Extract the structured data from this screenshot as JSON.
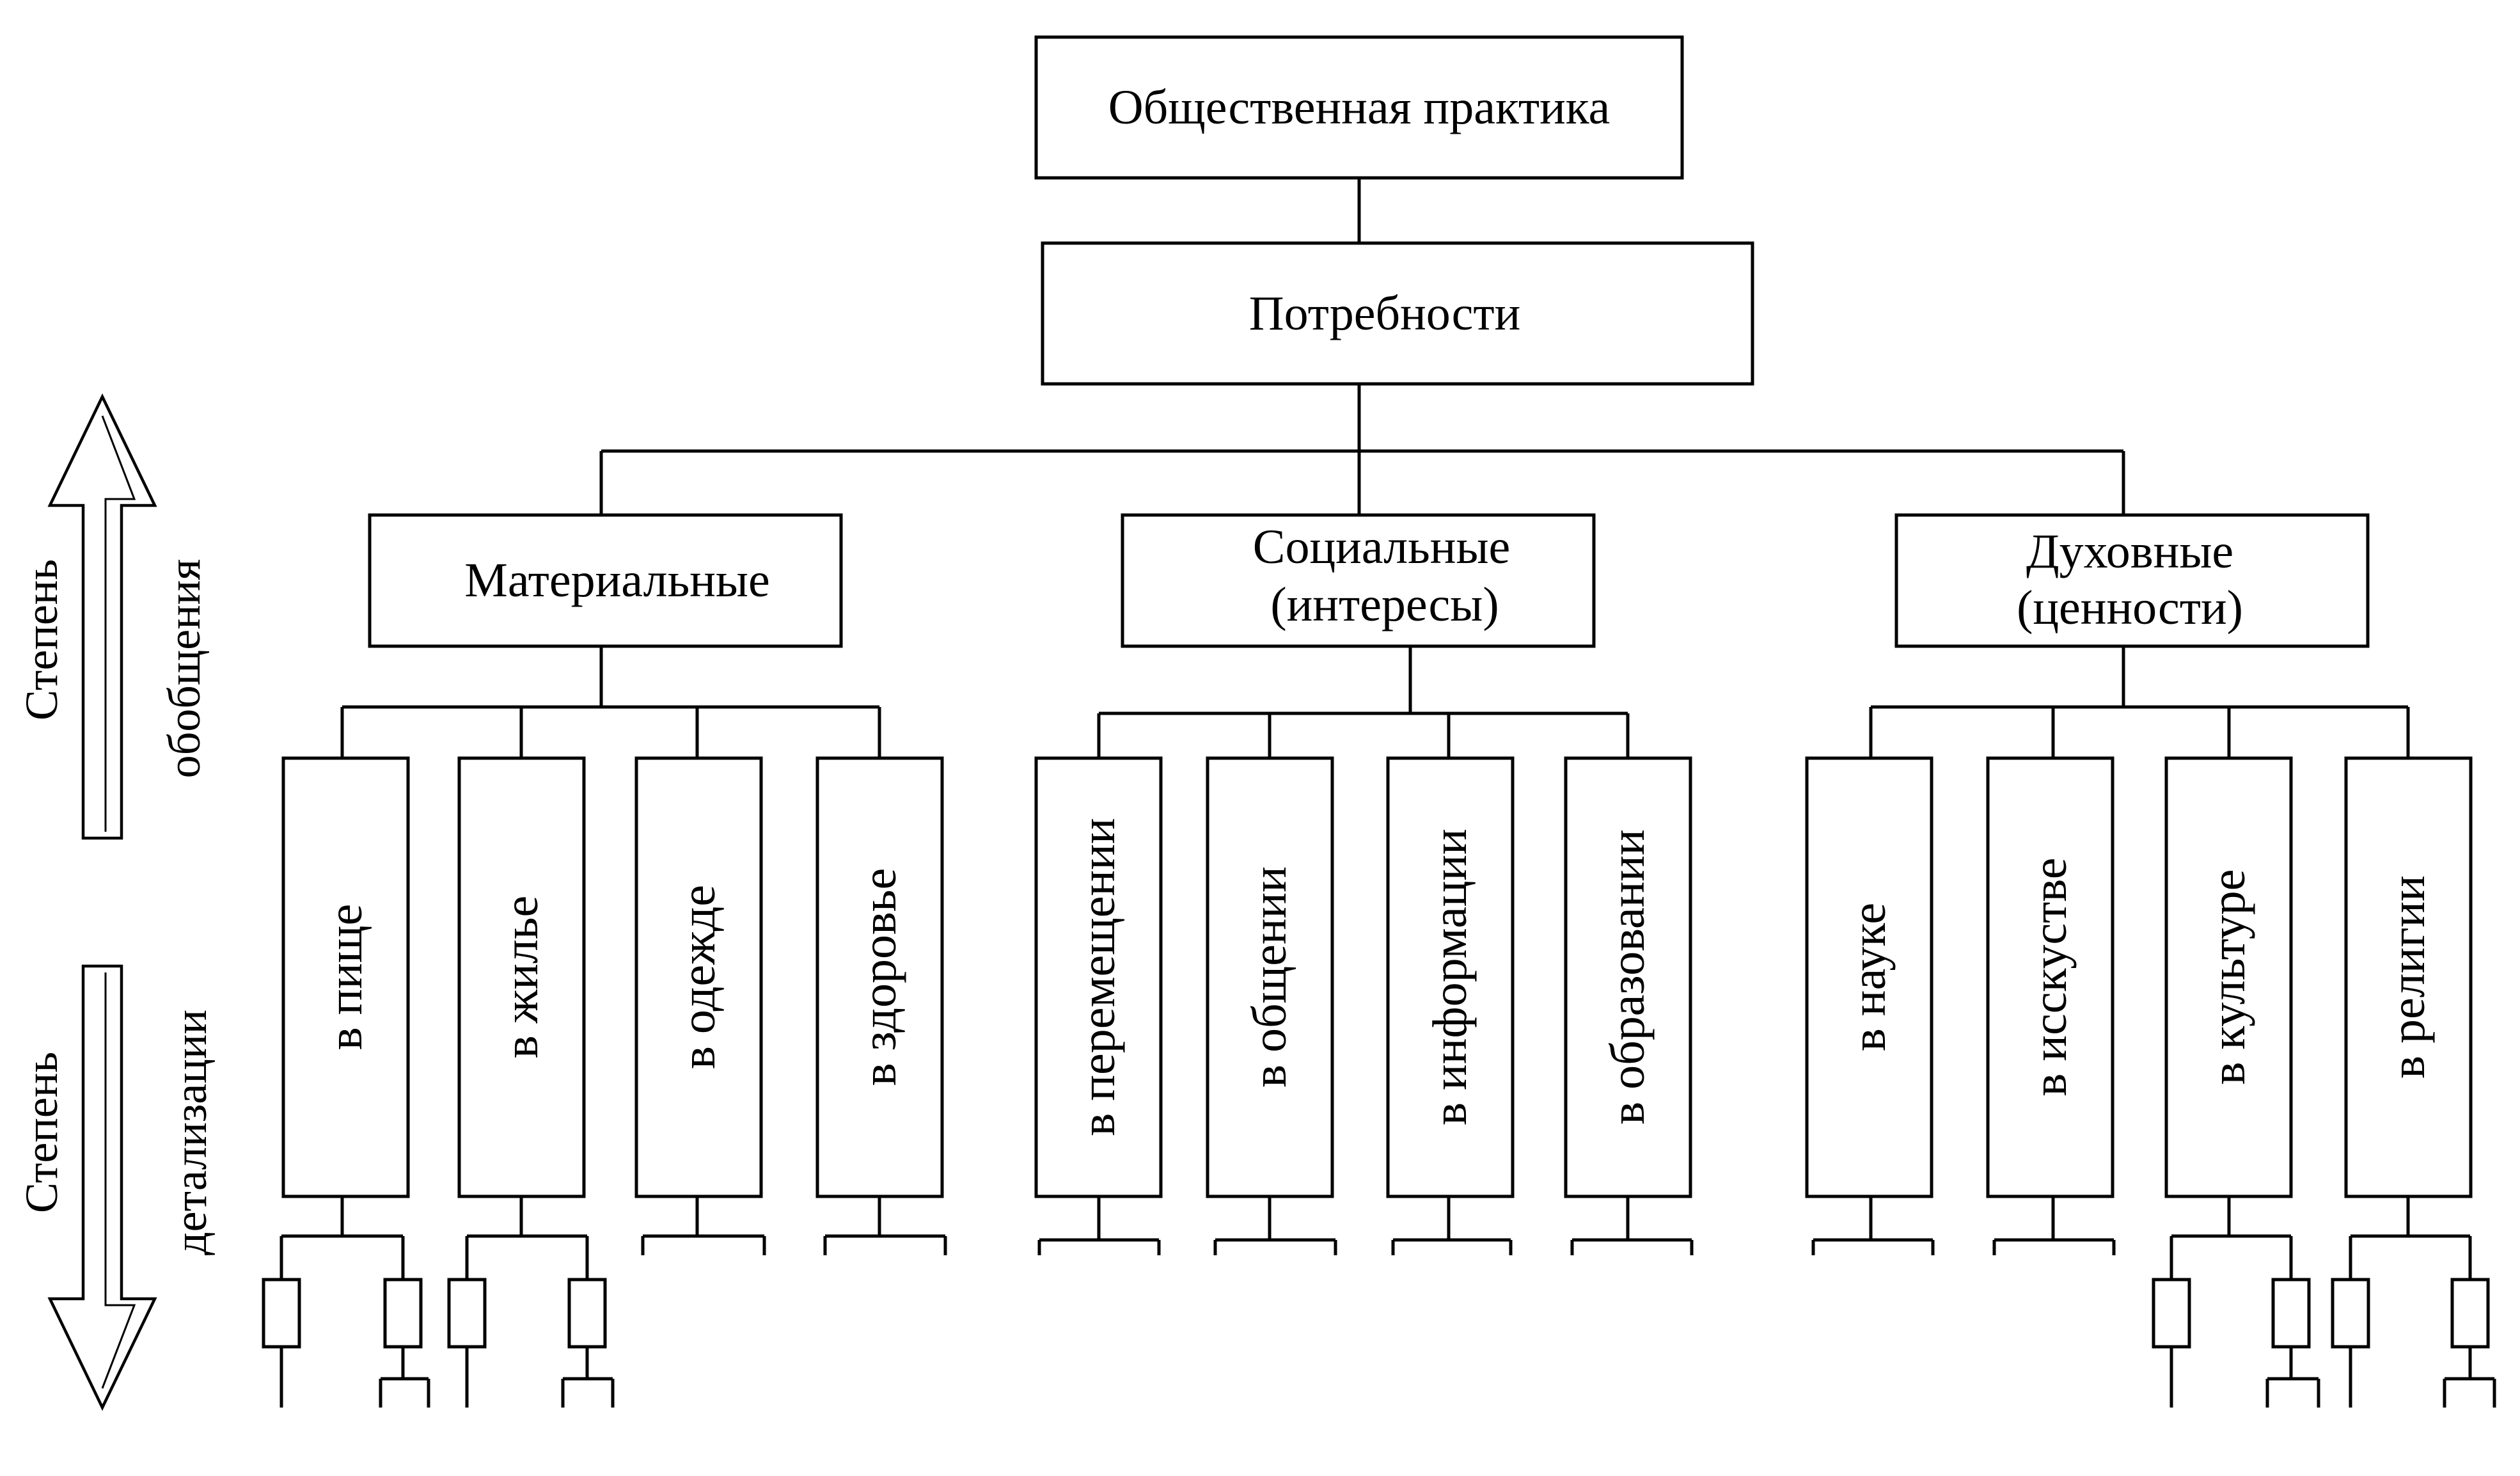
{
  "root": {
    "label": "Общественная практика"
  },
  "needs": {
    "label": "Потребности"
  },
  "categories": [
    {
      "lines": [
        "Материальные"
      ]
    },
    {
      "lines": [
        "Социальные",
        "(интересы)"
      ]
    },
    {
      "lines": [
        "Духовные",
        "(ценности)"
      ]
    }
  ],
  "leaves": [
    {
      "label": "в пище"
    },
    {
      "label": "в жилье"
    },
    {
      "label": "в одежде"
    },
    {
      "label": "в здоровье"
    },
    {
      "label": "в перемещении"
    },
    {
      "label": "в общении"
    },
    {
      "label": "в информации"
    },
    {
      "label": "в образовании"
    },
    {
      "label": "в науке"
    },
    {
      "label": "в исскустве"
    },
    {
      "label": "в культуре"
    },
    {
      "label": "в религии"
    }
  ],
  "side_labels": {
    "generalization": [
      "Степень",
      "обобщения"
    ],
    "detailing": [
      "Степень",
      "детализации"
    ]
  }
}
